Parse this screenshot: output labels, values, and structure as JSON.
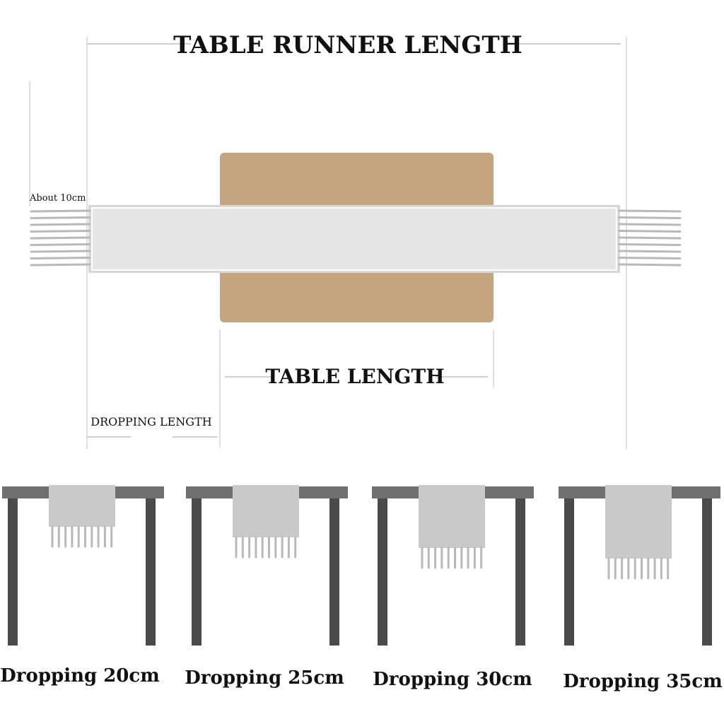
{
  "diagram": {
    "title": "TABLE RUNNER LENGTH",
    "fringe_label": "About 10cm",
    "table_length_label": "TABLE LENGTH",
    "dropping_length_label": "DROPPING  LENGTH"
  },
  "colors": {
    "table_top": "#c4a57e",
    "runner_fill": "#e2e2e2",
    "runner_border": "#c8c8c8",
    "fringe": "#b9b9b9",
    "dimension_line": "#cfcfcf",
    "table_frame": "#6f6f6f",
    "table_leg": "#4a4a4a",
    "drop_runner": "#c9c9c9"
  },
  "examples": [
    {
      "caption": "Dropping  20cm",
      "drop_cm": 20
    },
    {
      "caption": "Dropping  25cm",
      "drop_cm": 25
    },
    {
      "caption": "Dropping  30cm",
      "drop_cm": 30
    },
    {
      "caption": "Dropping  35cm",
      "drop_cm": 35
    }
  ]
}
